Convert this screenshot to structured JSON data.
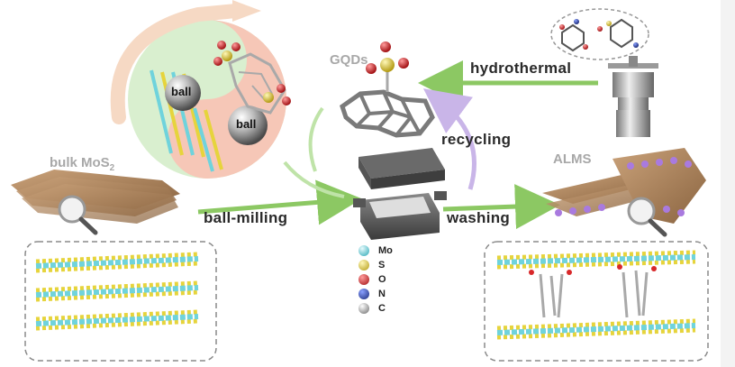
{
  "labels": {
    "bulk_mos2_main": "bulk MoS",
    "bulk_mos2_sub": "2",
    "ball_top": "ball",
    "ball_bottom": "ball",
    "gqds": "GQDs",
    "hydrothermal": "hydrothermal",
    "recycling": "recycling",
    "ball_milling": "ball-milling",
    "washing": "washing",
    "alms": "ALMS"
  },
  "legend": [
    {
      "symbol": "Mo",
      "color": "#6fd3dc"
    },
    {
      "symbol": "S",
      "color": "#e6d43c"
    },
    {
      "symbol": "O",
      "color": "#d8282a"
    },
    {
      "symbol": "N",
      "color": "#2a3f9a"
    },
    {
      "symbol": "C",
      "color": "#9a9a9a"
    }
  ],
  "colors": {
    "arrow_green": "#8cc863",
    "arrow_purple": "#c9b5e8",
    "circle_green": "#d9efcf",
    "circle_pink": "#f6c7b7",
    "sheet_brown": "#b08a64",
    "mo_cyan": "#6fd3dc",
    "s_yellow": "#e6d43c"
  }
}
